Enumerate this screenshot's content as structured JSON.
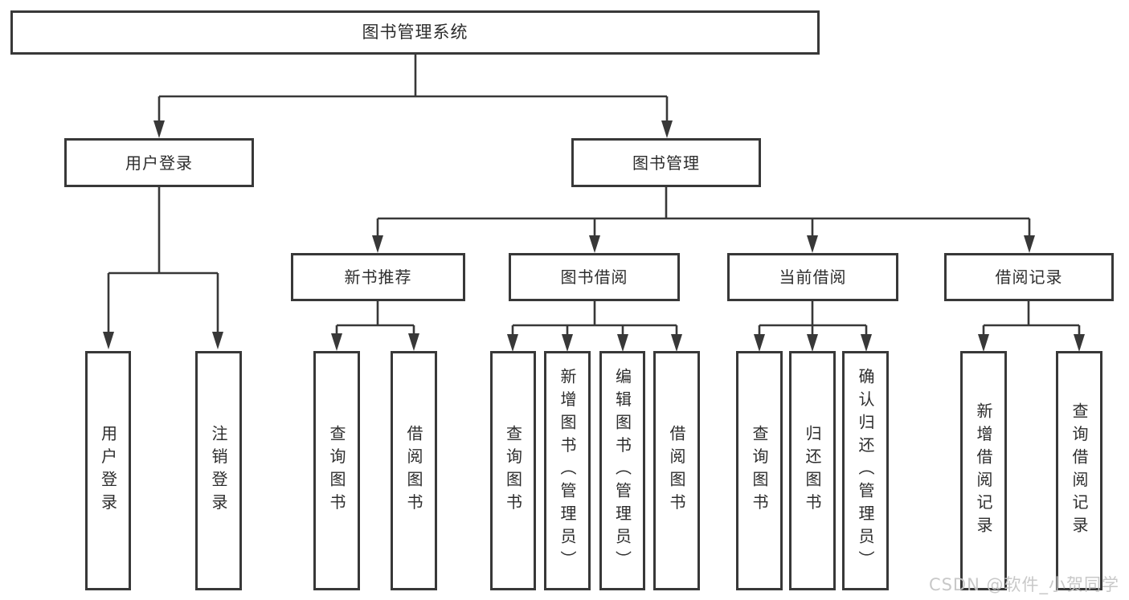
{
  "colors": {
    "line": "#383838",
    "text": "#2d2d2d",
    "bg": "#ffffff",
    "wm": "#c6c6c6"
  },
  "watermark": "CSDN @软件_小贺同学",
  "tree": {
    "root": {
      "label": "图书管理系统",
      "children": [
        {
          "label": "用户登录",
          "children": [
            {
              "label": "用户登录"
            },
            {
              "label": "注销登录"
            }
          ]
        },
        {
          "label": "图书管理",
          "children": [
            {
              "label": "新书推荐",
              "children": [
                {
                  "label": "查询图书"
                },
                {
                  "label": "借阅图书"
                }
              ]
            },
            {
              "label": "图书借阅",
              "children": [
                {
                  "label": "查询图书"
                },
                {
                  "label": "新增图书（管理员）"
                },
                {
                  "label": "编辑图书（管理员）"
                },
                {
                  "label": "借阅图书"
                }
              ]
            },
            {
              "label": "当前借阅",
              "children": [
                {
                  "label": "查询图书"
                },
                {
                  "label": "归还图书"
                },
                {
                  "label": "确认归还（管理员）"
                }
              ]
            },
            {
              "label": "借阅记录",
              "children": [
                {
                  "label": "新增借阅记录"
                },
                {
                  "label": "查询借阅记录"
                }
              ]
            }
          ]
        }
      ]
    }
  }
}
